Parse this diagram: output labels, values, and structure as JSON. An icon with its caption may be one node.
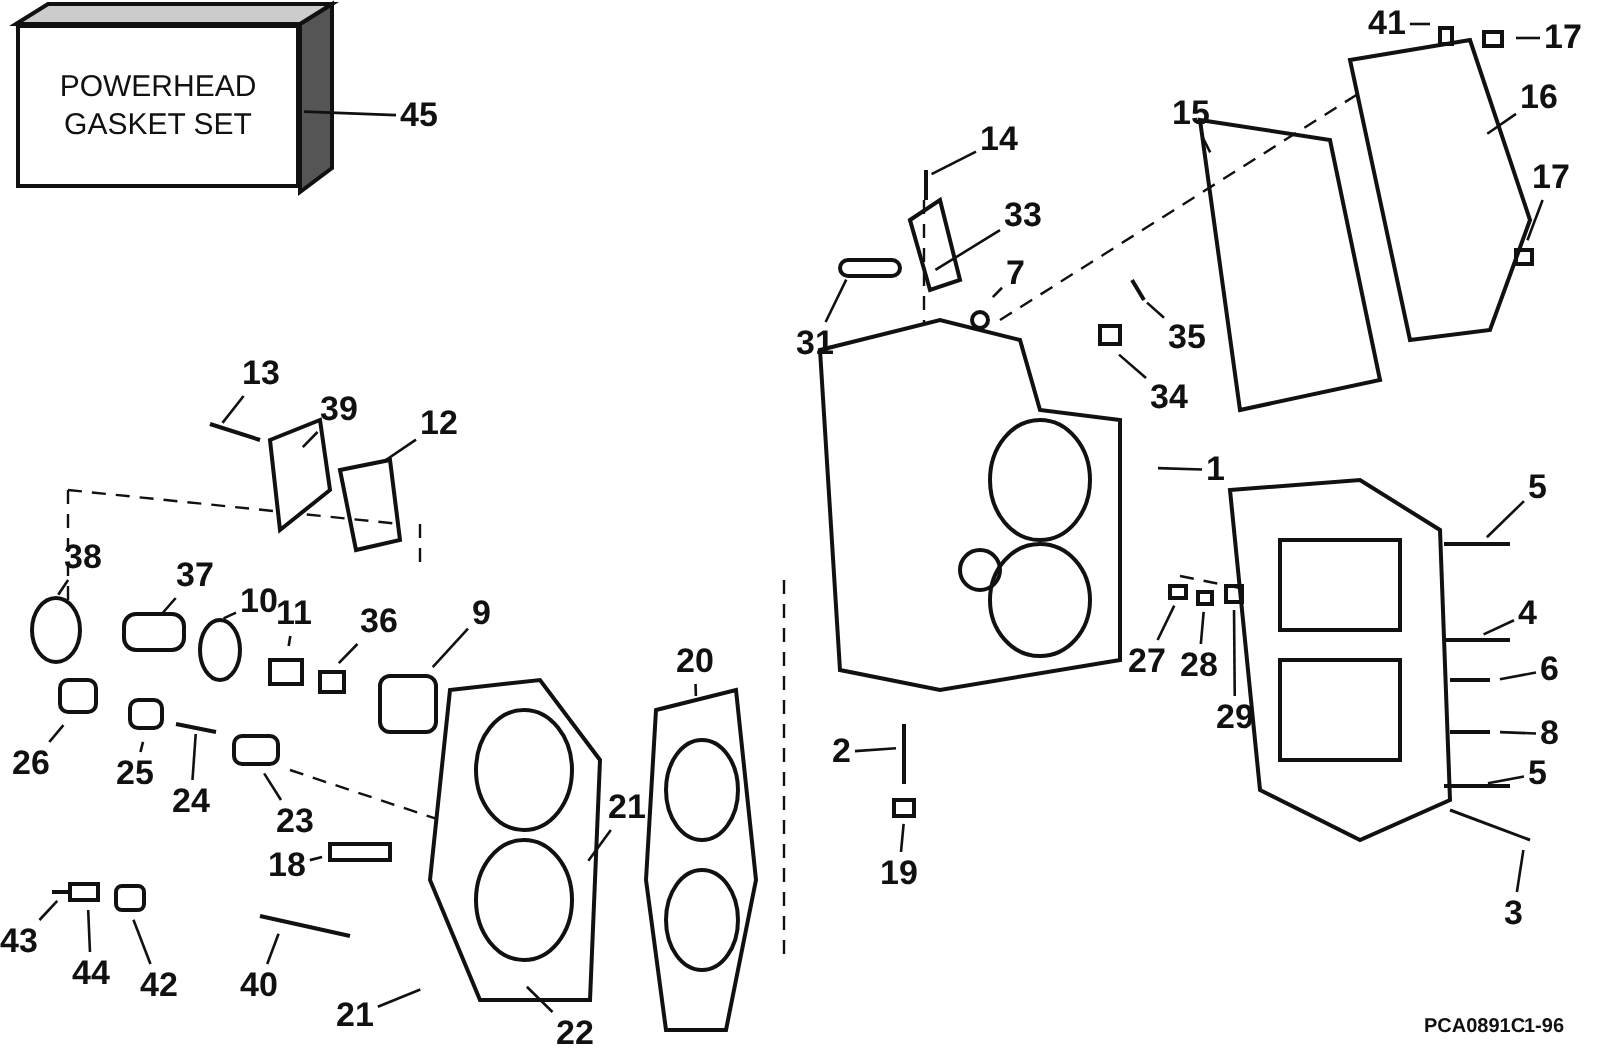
{
  "diagram": {
    "nodes": [
      {
        "text": [
          "POWERHEAD GASKET SET"
        ]
      },
      {
        "text": [
          "45"
        ]
      },
      {
        "text": [
          "41"
        ]
      },
      {
        "text": [
          "17"
        ]
      },
      {
        "text": [
          "16"
        ]
      },
      {
        "text": [
          "17"
        ]
      },
      {
        "text": [
          "15"
        ]
      },
      {
        "text": [
          "14"
        ]
      },
      {
        "text": [
          "33"
        ]
      },
      {
        "text": [
          "7"
        ]
      },
      {
        "text": [
          "31"
        ]
      },
      {
        "text": [
          "35"
        ]
      },
      {
        "text": [
          "34"
        ]
      },
      {
        "text": [
          "1"
        ]
      },
      {
        "text": [
          "5"
        ]
      },
      {
        "text": [
          "4"
        ]
      },
      {
        "text": [
          "6"
        ]
      },
      {
        "text": [
          "8"
        ]
      },
      {
        "text": [
          "5"
        ]
      },
      {
        "text": [
          "3"
        ]
      },
      {
        "text": [
          "27"
        ]
      },
      {
        "text": [
          "28"
        ]
      },
      {
        "text": [
          "29"
        ]
      },
      {
        "text": [
          "2"
        ]
      },
      {
        "text": [
          "19"
        ]
      },
      {
        "text": [
          "13"
        ]
      },
      {
        "text": [
          "39"
        ]
      },
      {
        "text": [
          "12"
        ]
      },
      {
        "text": [
          "38"
        ]
      },
      {
        "text": [
          "37"
        ]
      },
      {
        "text": [
          "10"
        ]
      },
      {
        "text": [
          "11"
        ]
      },
      {
        "text": [
          "36"
        ]
      },
      {
        "text": [
          "9"
        ]
      },
      {
        "text": [
          "26"
        ]
      },
      {
        "text": [
          "25"
        ]
      },
      {
        "text": [
          "24"
        ]
      },
      {
        "text": [
          "23"
        ]
      },
      {
        "text": [
          "18"
        ]
      },
      {
        "text": [
          "21"
        ]
      },
      {
        "text": [
          "20"
        ]
      },
      {
        "text": [
          "43"
        ]
      },
      {
        "text": [
          "44"
        ]
      },
      {
        "text": [
          "42"
        ]
      },
      {
        "text": [
          "40"
        ]
      },
      {
        "text": [
          "21"
        ]
      },
      {
        "text": [
          "22"
        ]
      }
    ],
    "edges": [
      {
        "from": 1,
        "to": 0,
        "arrow": "none"
      },
      {
        "from": 2,
        "to": null,
        "arrow": "none"
      },
      {
        "from": 3,
        "to": null,
        "arrow": "none"
      },
      {
        "from": 4,
        "to": null,
        "arrow": "none"
      },
      {
        "from": 5,
        "to": null,
        "arrow": "none"
      },
      {
        "from": 6,
        "to": null,
        "arrow": "none"
      },
      {
        "from": 7,
        "to": null,
        "arrow": "none"
      },
      {
        "from": 8,
        "to": null,
        "arrow": "none"
      },
      {
        "from": 9,
        "to": null,
        "arrow": "none"
      },
      {
        "from": 10,
        "to": null,
        "arrow": "none"
      },
      {
        "from": 11,
        "to": null,
        "arrow": "none"
      },
      {
        "from": 12,
        "to": null,
        "arrow": "none"
      },
      {
        "from": 13,
        "to": null,
        "arrow": "none"
      },
      {
        "from": 14,
        "to": null,
        "arrow": "none"
      },
      {
        "from": 15,
        "to": null,
        "arrow": "none"
      },
      {
        "from": 16,
        "to": null,
        "arrow": "none"
      },
      {
        "from": 17,
        "to": null,
        "arrow": "none"
      },
      {
        "from": 18,
        "to": null,
        "arrow": "none"
      },
      {
        "from": 19,
        "to": null,
        "arrow": "none"
      },
      {
        "from": 20,
        "to": null,
        "arrow": "none"
      },
      {
        "from": 21,
        "to": null,
        "arrow": "none"
      },
      {
        "from": 22,
        "to": null,
        "arrow": "none"
      },
      {
        "from": 23,
        "to": null,
        "arrow": "none"
      },
      {
        "from": 24,
        "to": null,
        "arrow": "none"
      },
      {
        "from": 25,
        "to": null,
        "arrow": "none"
      },
      {
        "from": 26,
        "to": null,
        "arrow": "none"
      },
      {
        "from": 27,
        "to": null,
        "arrow": "none"
      },
      {
        "from": 28,
        "to": null,
        "arrow": "none"
      },
      {
        "from": 29,
        "to": null,
        "arrow": "none"
      },
      {
        "from": 30,
        "to": null,
        "arrow": "none"
      },
      {
        "from": 31,
        "to": null,
        "arrow": "none"
      },
      {
        "from": 32,
        "to": null,
        "arrow": "none"
      },
      {
        "from": 33,
        "to": null,
        "arrow": "none"
      },
      {
        "from": 34,
        "to": null,
        "arrow": "none"
      },
      {
        "from": 35,
        "to": null,
        "arrow": "none"
      },
      {
        "from": 36,
        "to": null,
        "arrow": "none"
      },
      {
        "from": 37,
        "to": null,
        "arrow": "none"
      },
      {
        "from": 38,
        "to": null,
        "arrow": "none"
      },
      {
        "from": 39,
        "to": null,
        "arrow": "none"
      },
      {
        "from": 40,
        "to": null,
        "arrow": "none"
      },
      {
        "from": 41,
        "to": null,
        "arrow": "none"
      },
      {
        "from": 42,
        "to": null,
        "arrow": "none"
      },
      {
        "from": 43,
        "to": null,
        "arrow": "none"
      },
      {
        "from": 44,
        "to": null,
        "arrow": "none"
      },
      {
        "from": 45,
        "to": null,
        "arrow": "none"
      },
      {
        "from": 46,
        "to": null,
        "arrow": "none"
      }
    ],
    "labels": [
      "PCA0891C",
      "1-96"
    ]
  }
}
